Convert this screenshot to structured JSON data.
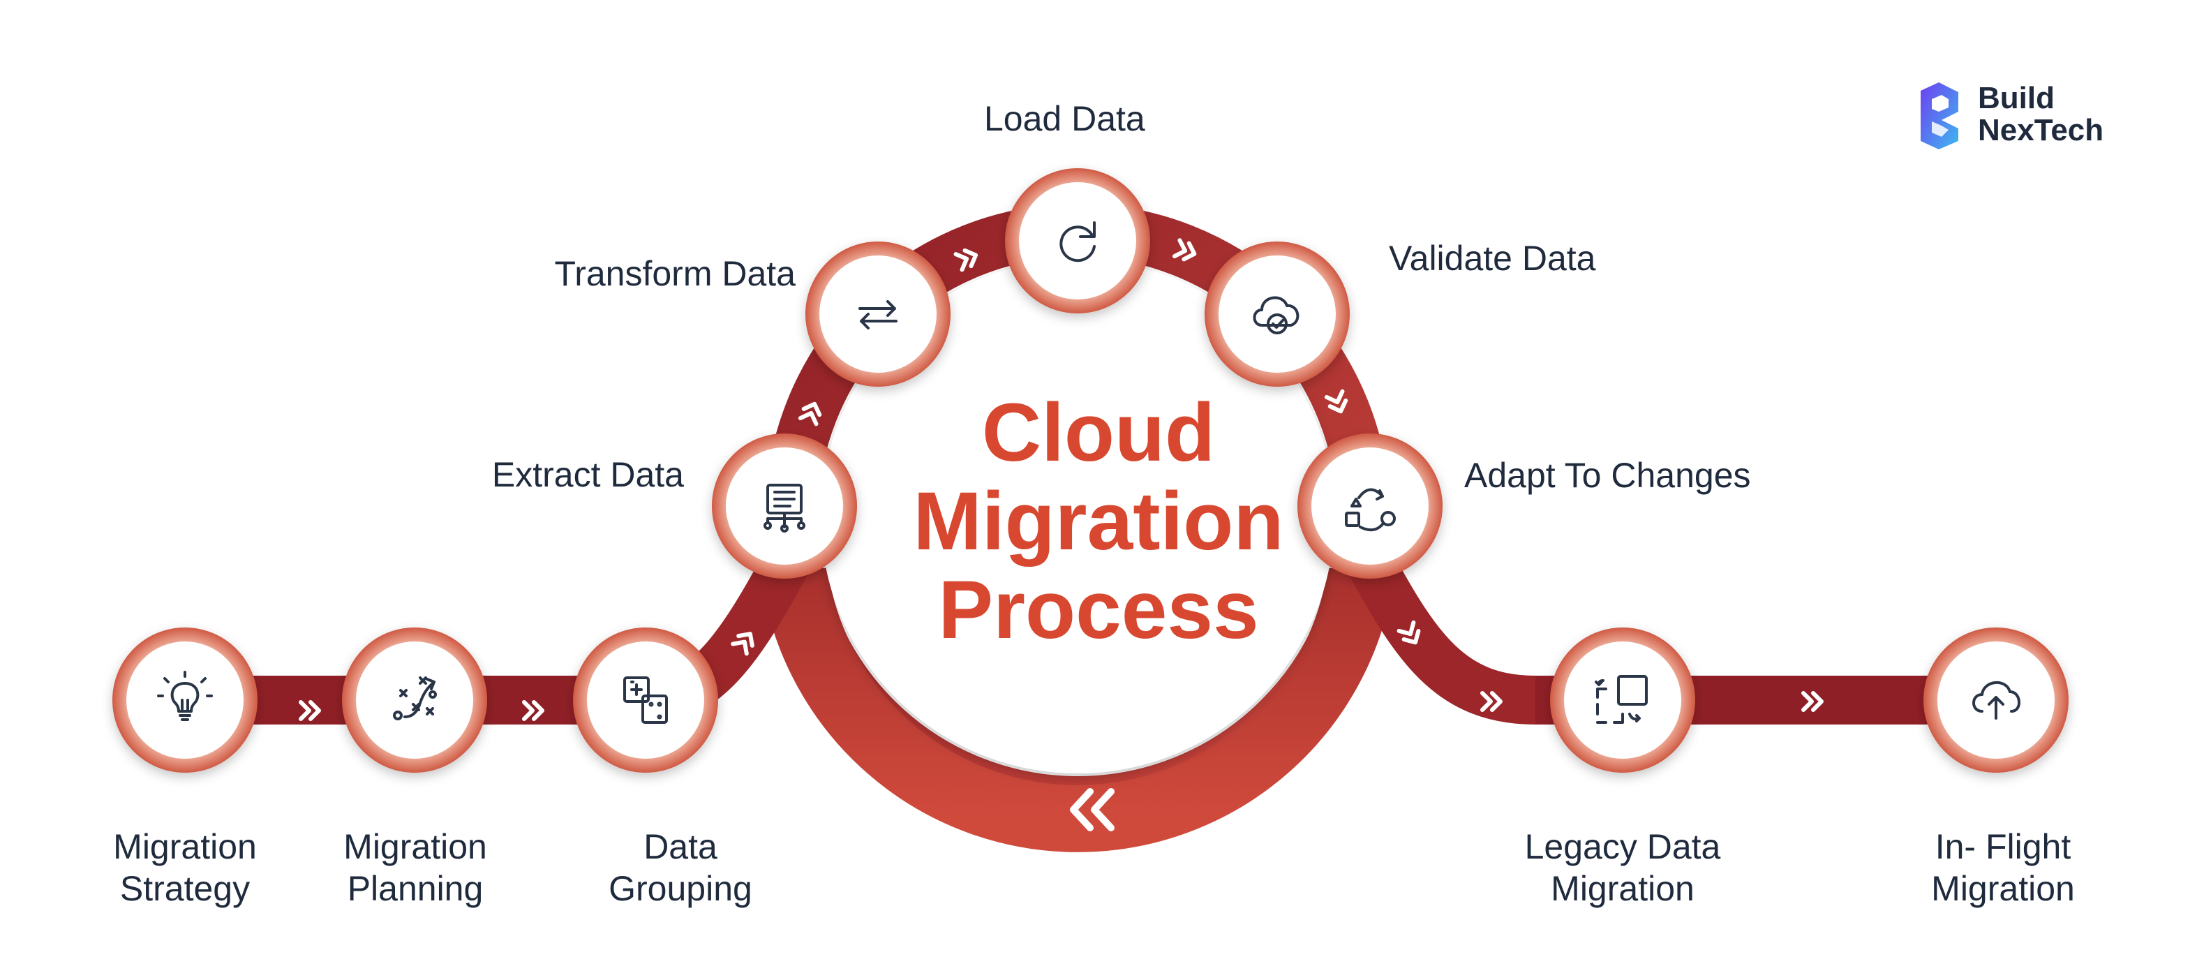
{
  "title": {
    "line1": "Cloud",
    "line2": "Migration",
    "line3": "Process"
  },
  "logo": {
    "line1": "Build",
    "line2": "NexTech"
  },
  "steps": {
    "migration_strategy": {
      "label_line1": "Migration",
      "label_line2": "Strategy",
      "icon": "lightbulb-icon"
    },
    "migration_planning": {
      "label_line1": "Migration",
      "label_line2": "Planning",
      "icon": "strategy-plan-icon"
    },
    "data_grouping": {
      "label_line1": "Data",
      "label_line2": "Grouping",
      "icon": "data-grouping-icon"
    },
    "extract_data": {
      "label": "Extract Data",
      "icon": "extract-data-icon"
    },
    "transform_data": {
      "label": "Transform Data",
      "icon": "transform-arrows-icon"
    },
    "load_data": {
      "label": "Load Data",
      "icon": "reload-icon"
    },
    "validate_data": {
      "label": "Validate Data",
      "icon": "cloud-check-icon"
    },
    "adapt_to_changes": {
      "label": "Adapt To Changes",
      "icon": "adapt-cycle-icon"
    },
    "legacy_data_migration": {
      "label_line1": "Legacy Data",
      "label_line2": "Migration",
      "icon": "legacy-migration-icon"
    },
    "in_flight_migration": {
      "label_line1": "In- Flight",
      "label_line2": "Migration",
      "icon": "cloud-upload-icon"
    }
  },
  "colors": {
    "track_dark": "#8f1f26",
    "track_light": "#c9463c",
    "node_ring": "#d9735c",
    "node_ring_light": "#efb09c",
    "title": "#d8472f",
    "text": "#1f2a3d",
    "icon": "#2a3547",
    "logo_purple": "#6d3ff0",
    "logo_blue": "#3fb8f0"
  }
}
